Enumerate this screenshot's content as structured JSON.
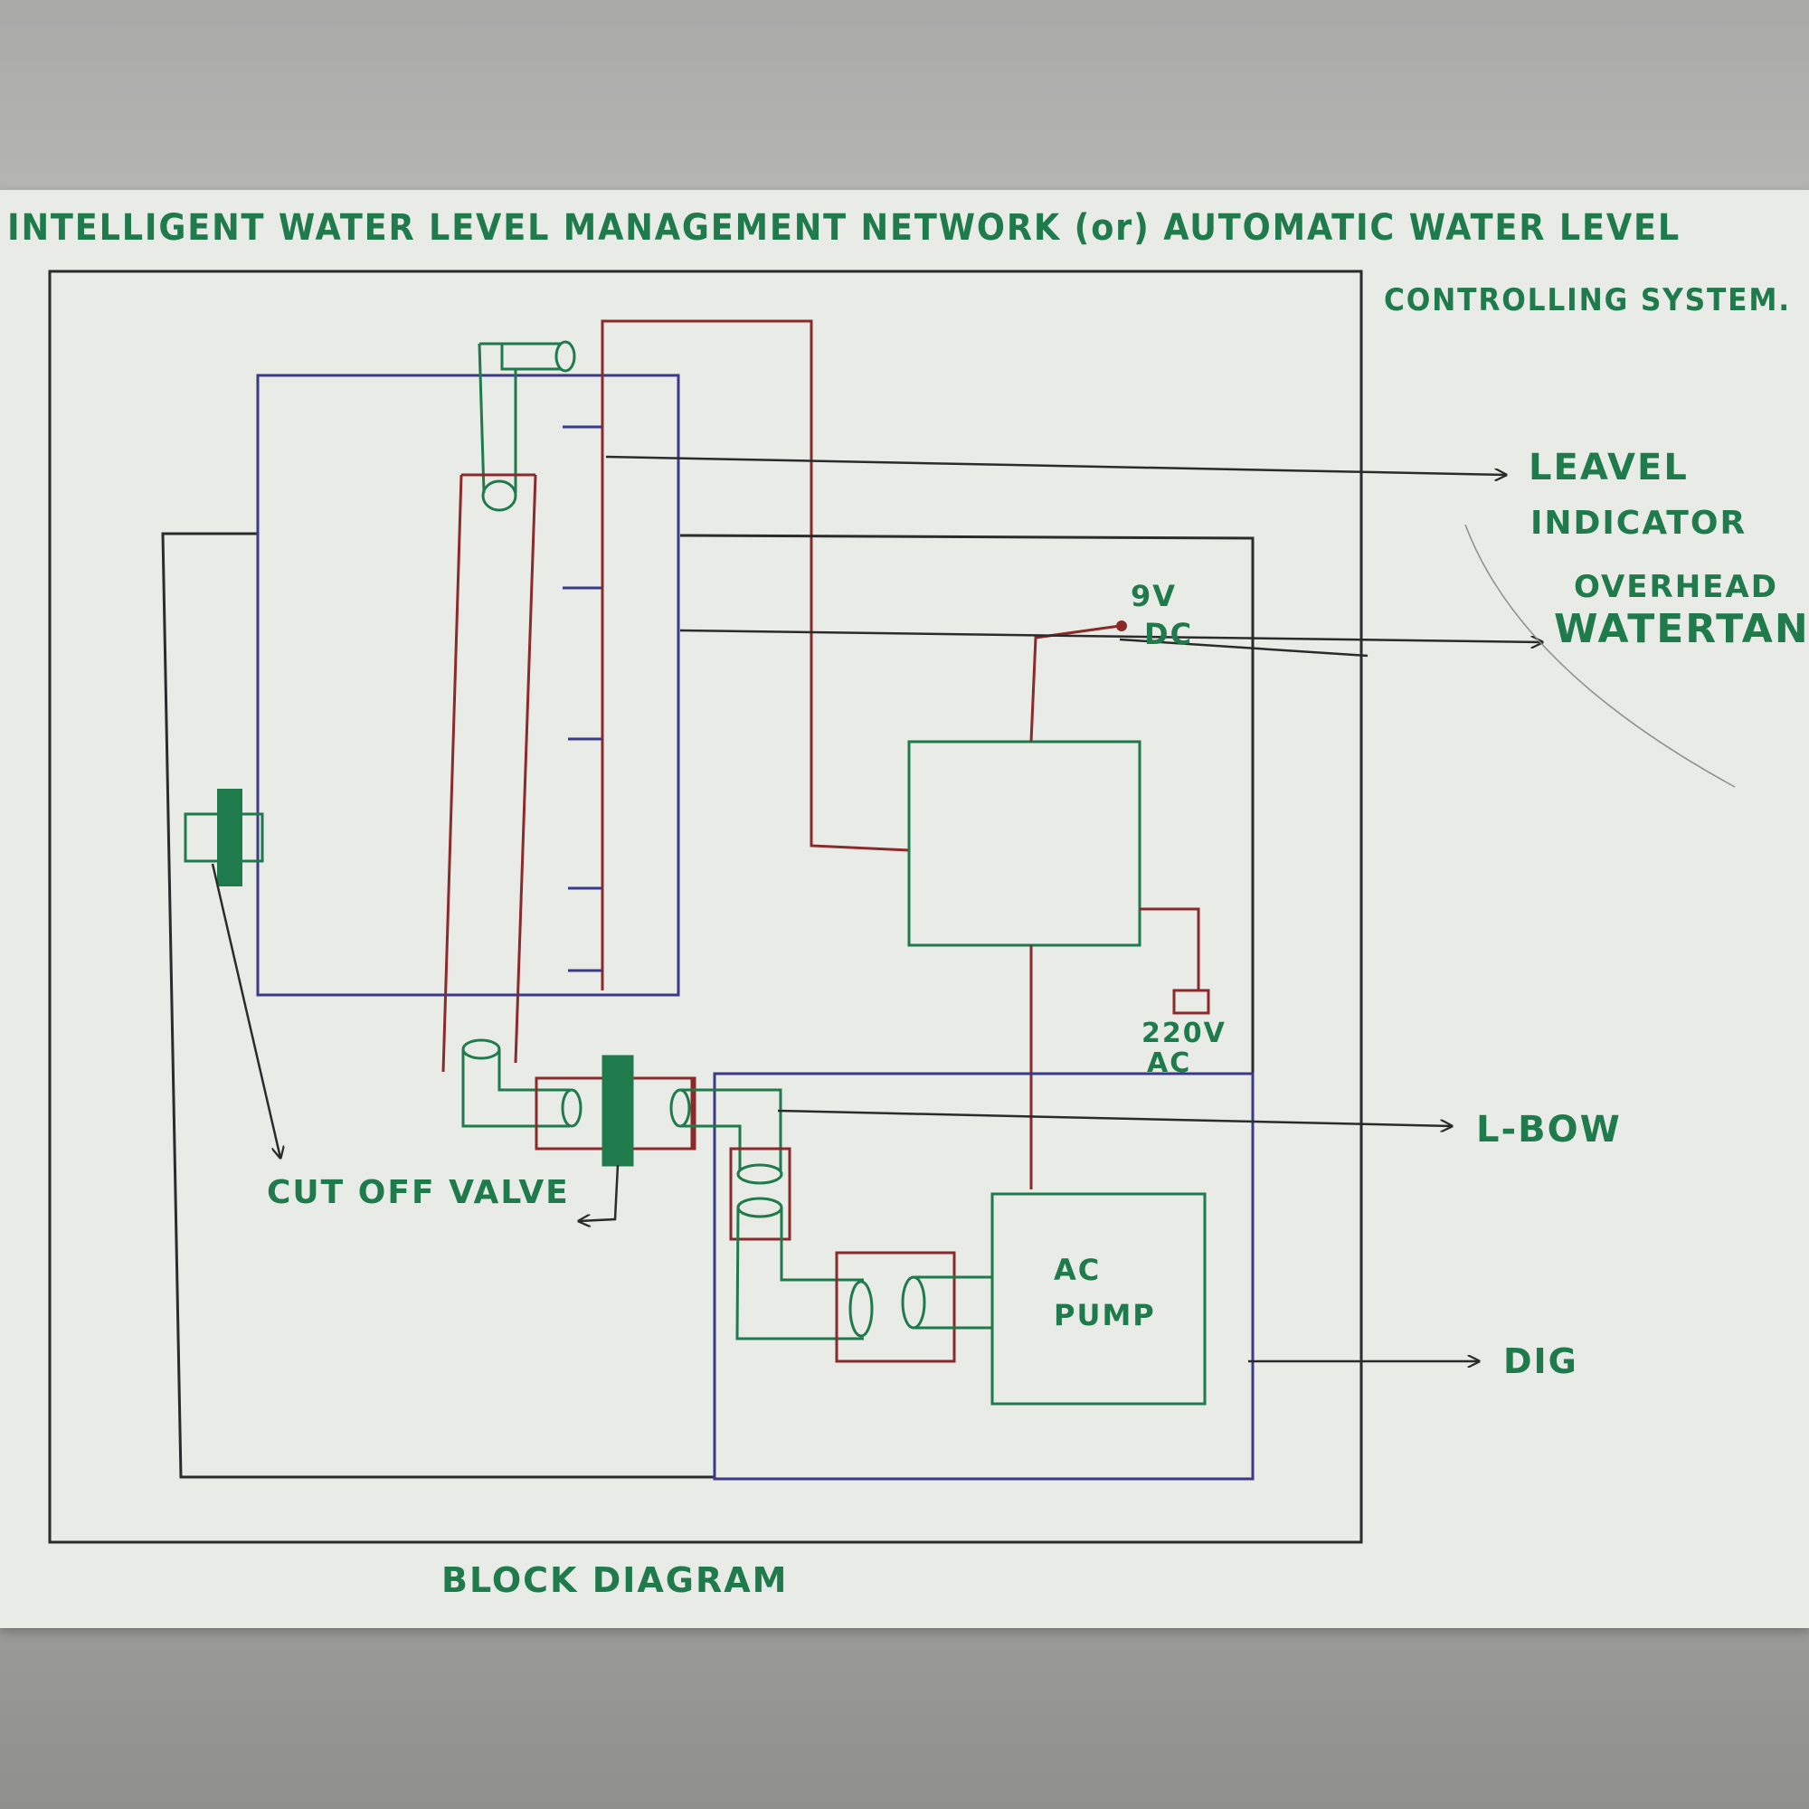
{
  "title": {
    "line1": "INTELLIGENT WATER LEVEL MANAGEMENT NETWORK (or) AUTOMATIC WATER LEVEL",
    "line2": "CONTROLLING SYSTEM."
  },
  "labels": {
    "level_indicator_1": "LEAVEL",
    "level_indicator_2": "INDICATOR",
    "overhead_tank_1": "OVERHEAD",
    "overhead_tank_2": "WATERTANK",
    "dc_supply_1": "9V",
    "dc_supply_2": "DC",
    "ac_supply_1": "220V",
    "ac_supply_2": "AC",
    "elbow": "L-BOW",
    "dig": "DIG",
    "cut_off_valve": "CUT OFF VALVE",
    "pump_1": "AC",
    "pump_2": "PUMP",
    "caption": "BLOCK DIAGRAM"
  },
  "colors": {
    "board": "#e9ebe6",
    "ink_black": "#2b2b2b",
    "ink_green": "#1f7a4c",
    "ink_red": "#8b2a2a",
    "ink_blue": "#3b3a8a"
  }
}
